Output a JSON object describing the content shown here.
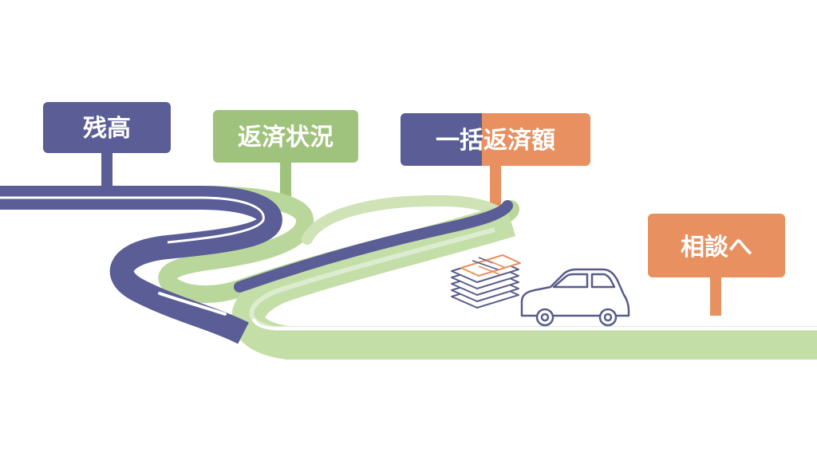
{
  "colors": {
    "navy": "#5a5d96",
    "navy_light": "#6f72a8",
    "green": "#a8cc84",
    "green_light": "#cfe3b6",
    "orange": "#e8905f",
    "outline": "#595c8a",
    "white": "#ffffff"
  },
  "signs": {
    "balance": {
      "label": "残高",
      "color": "navy"
    },
    "repayment_status": {
      "label": "返済状況",
      "color": "green"
    },
    "lump_sum": {
      "label": "一括返済額",
      "colors": [
        "navy",
        "orange"
      ]
    },
    "consult": {
      "label": "相談へ",
      "color": "orange"
    }
  },
  "icons": {
    "documents": "stacked-documents-icon",
    "car": "car-icon"
  }
}
